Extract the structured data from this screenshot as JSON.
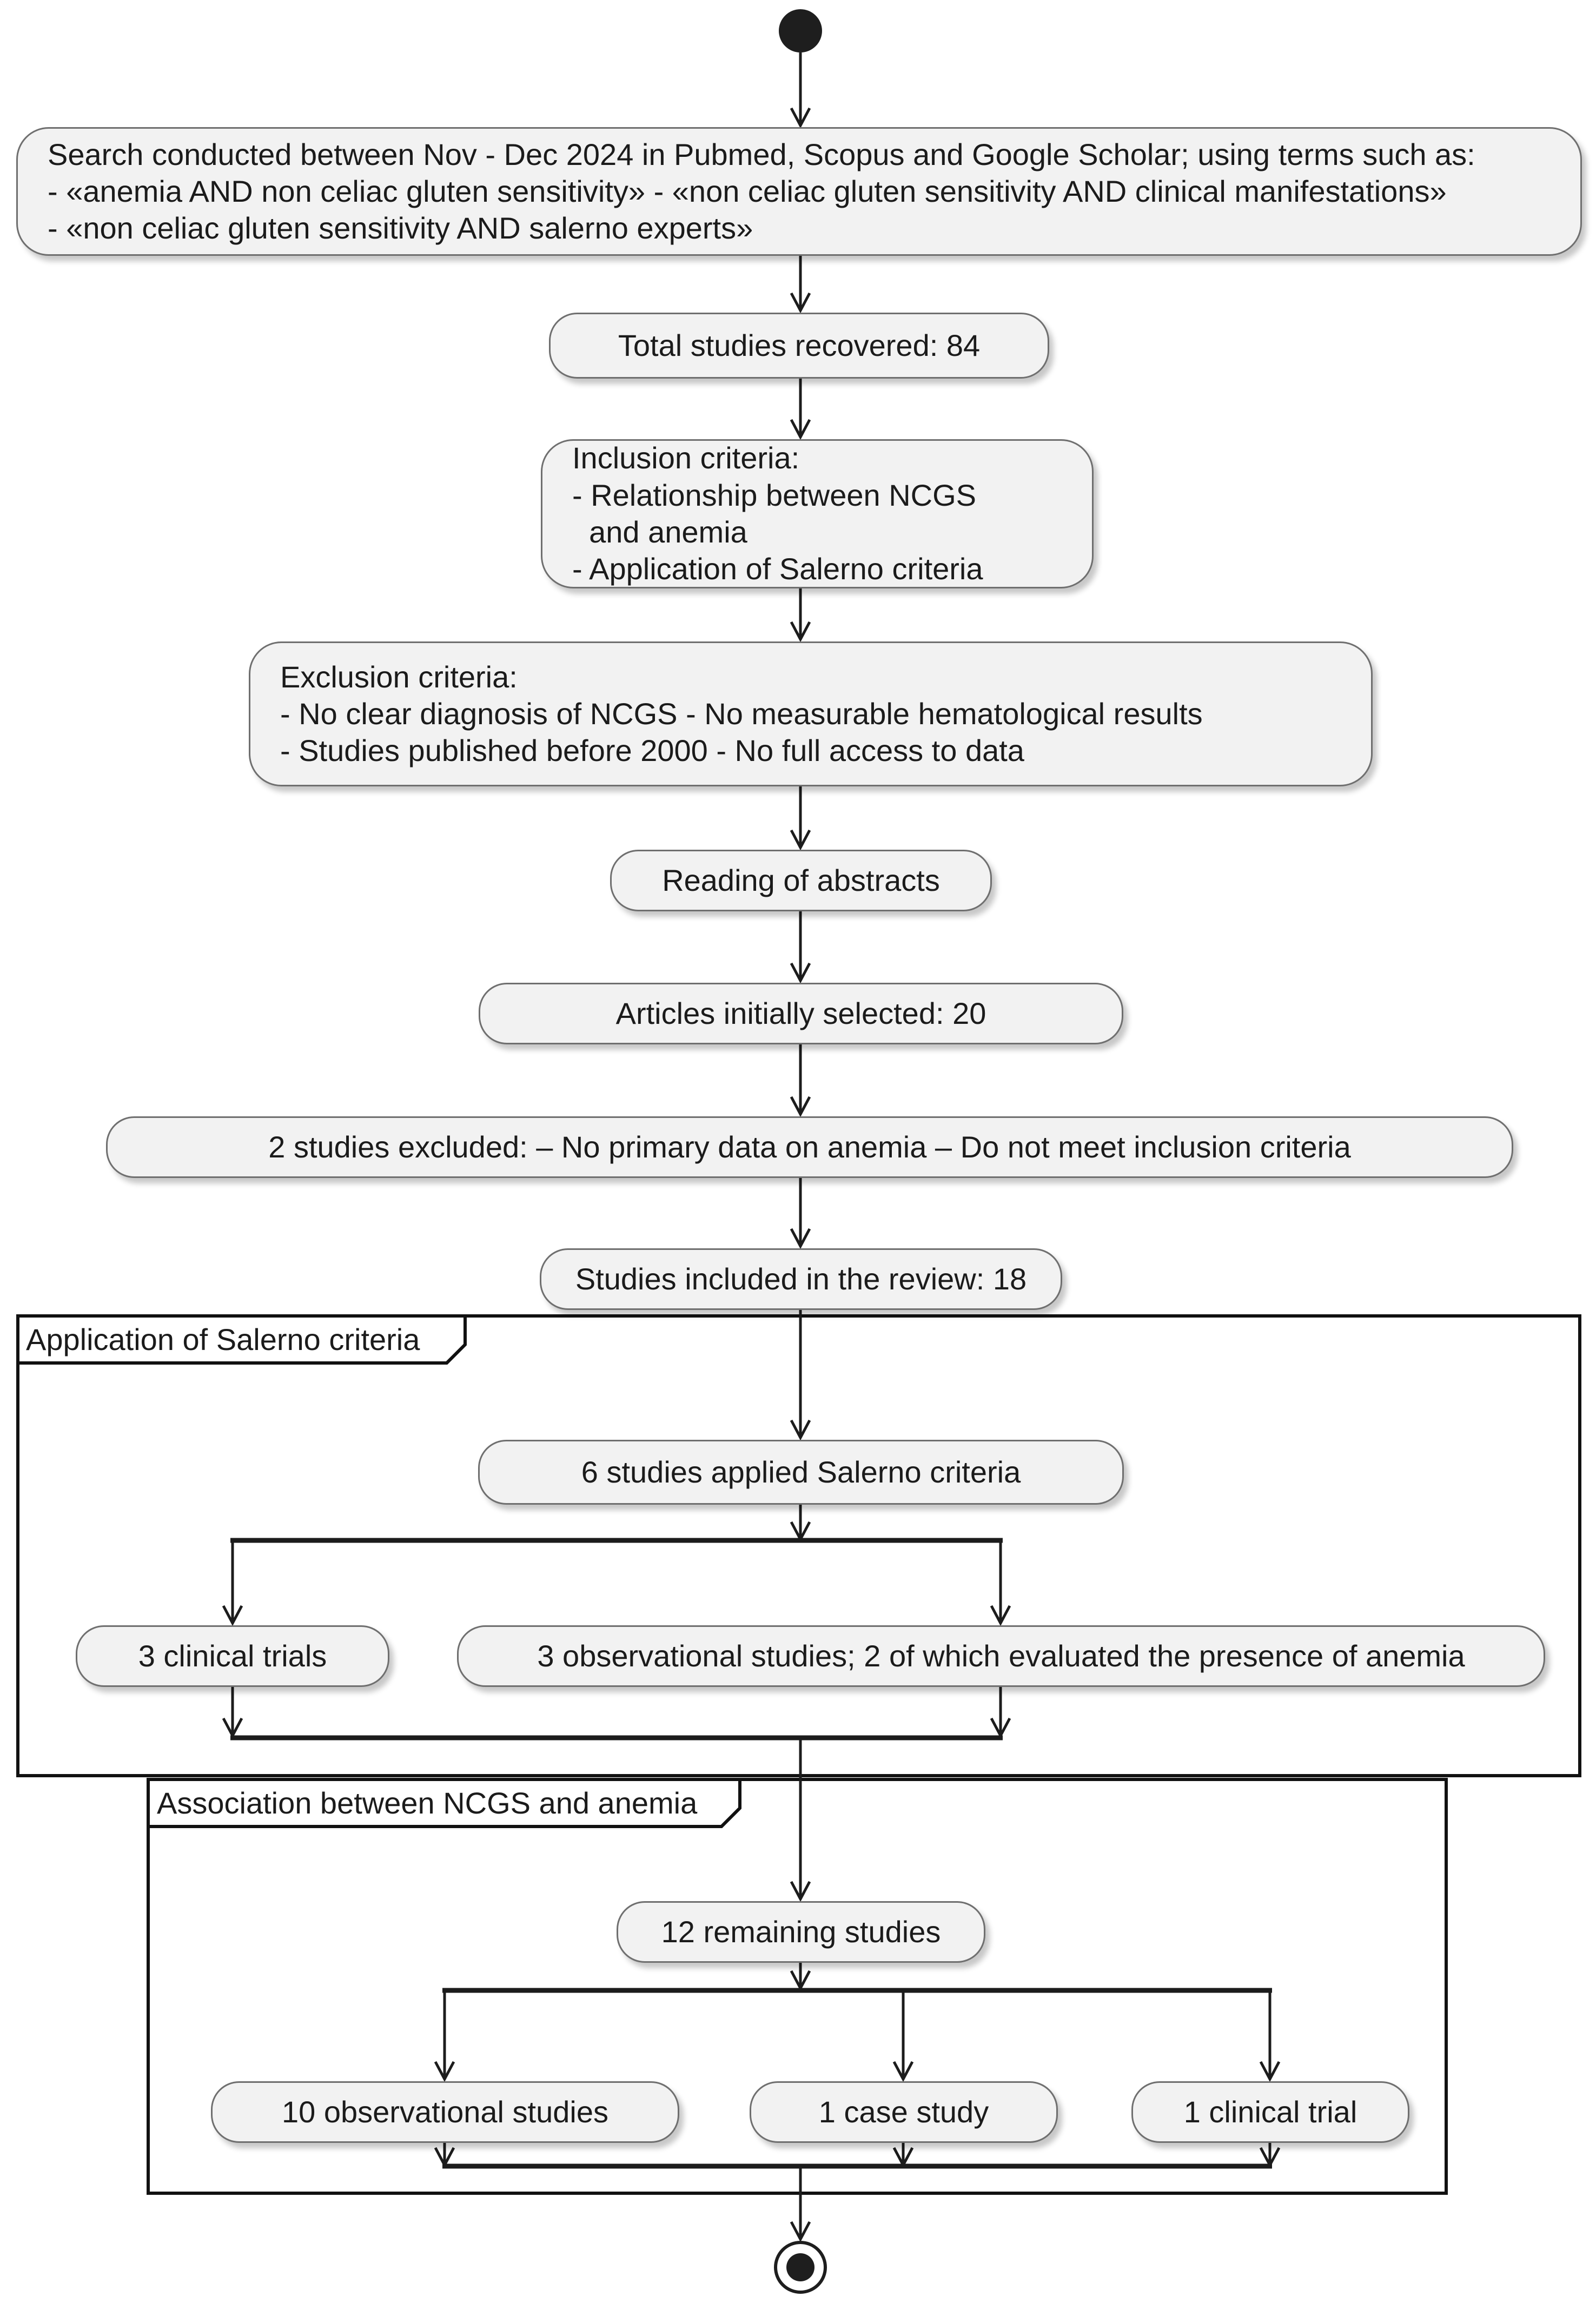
{
  "nodes": {
    "search": "Search conducted between Nov - Dec 2024 in Pubmed, Scopus and Google Scholar; using terms such as:\n- «anemia AND non celiac gluten sensitivity» - «non celiac gluten sensitivity AND clinical manifestations»\n- «non celiac gluten sensitivity AND salerno experts»",
    "total_recovered": "Total studies recovered: 84",
    "inclusion": "Inclusion criteria:\n- Relationship between NCGS\n  and anemia\n- Application of Salerno criteria",
    "exclusion": "Exclusion criteria:\n- No clear diagnosis of NCGS - No measurable hematological results\n- Studies published before 2000 - No full access to data",
    "reading_abstracts": "Reading of abstracts",
    "initially_selected": "Articles initially selected: 20",
    "excluded_two": "2 studies excluded: – No primary data on anemia – Do not meet inclusion criteria",
    "included_review": "Studies included in the review: 18",
    "salerno_applied": "6 studies applied Salerno criteria",
    "clinical_trials_3": "3 clinical trials",
    "observational_3": "3 observational studies; 2 of which evaluated the presence of anemia",
    "remaining_12": "12 remaining studies",
    "observational_10": "10 observational studies",
    "case_study_1": "1 case study",
    "clinical_trial_1": "1 clinical trial"
  },
  "partitions": {
    "salerno": "Application of Salerno criteria",
    "association": "Association between NCGS and anemia"
  },
  "colors": {
    "background": "#ffffff",
    "node_fill": "#f2f2f2",
    "node_border": "#6f6f6f",
    "line": "#1c1c1c",
    "partition_border": "#111111"
  }
}
